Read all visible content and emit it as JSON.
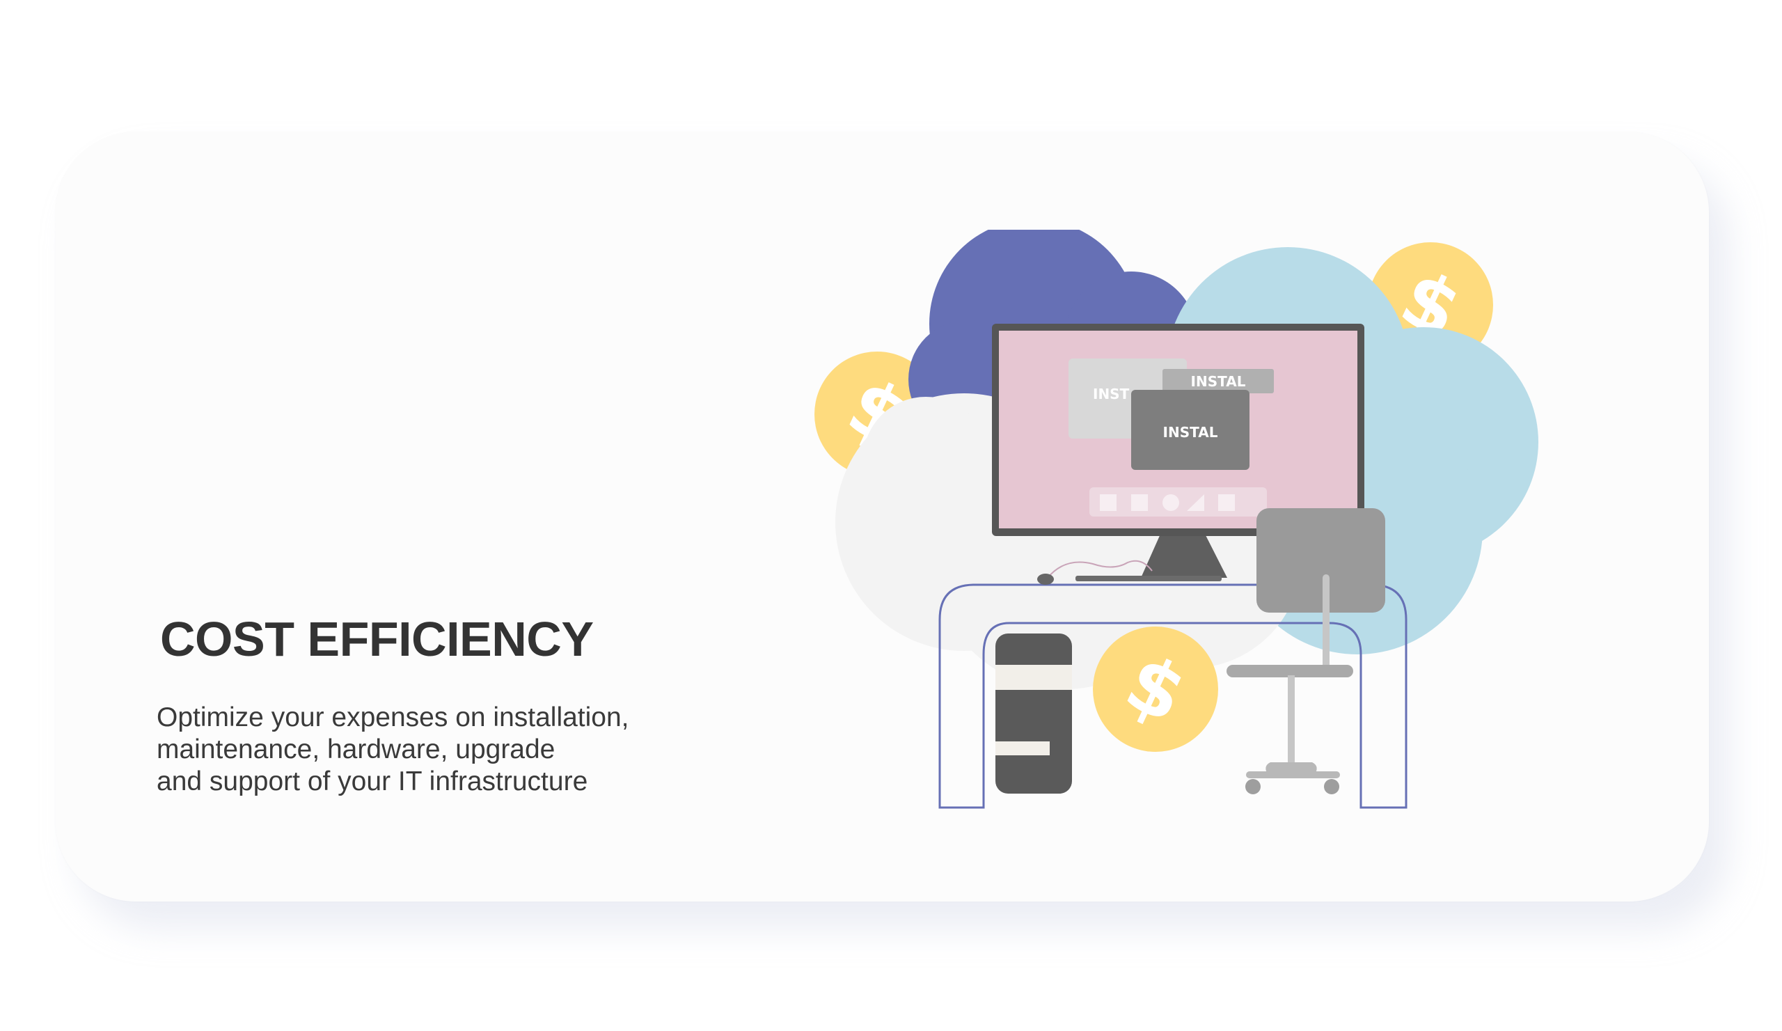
{
  "feature": {
    "title": "COST EFFICIENCY",
    "description_lines": [
      "Optimize your expenses on installation,",
      "maintenance, hardware, upgrade",
      "and support of your IT infrastructure"
    ]
  },
  "illustration": {
    "install_labels": [
      "INST",
      "INSTAL",
      "INSTAL"
    ],
    "coin_symbol": "$",
    "colors": {
      "coin": "#FEDB7E",
      "cloud_purple": "#6670B5",
      "cloud_blue": "#B8DCE8",
      "cloud_grey": "#F3F3F3",
      "screen": "#E6C6D2",
      "monitor_frame": "#565656",
      "desk_outline": "#6670B5",
      "chair": "#9A9A9A"
    }
  }
}
